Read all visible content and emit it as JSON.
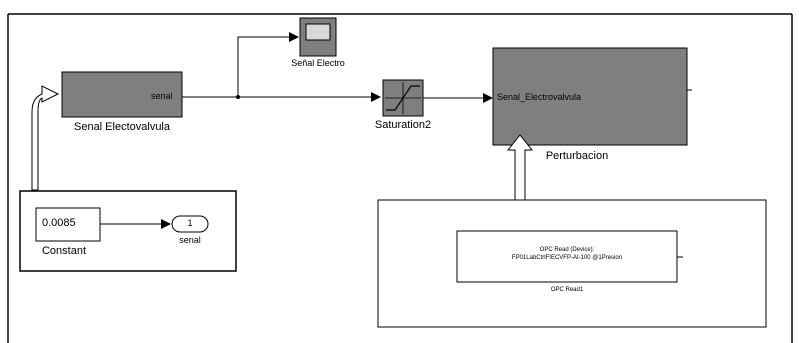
{
  "colors": {
    "block_fill": "#7f7f7f",
    "line": "#000000",
    "background": "#ffffff"
  },
  "blocks": {
    "senal_subsystem": {
      "port_label": "senal",
      "name": "Senal Electovalvula"
    },
    "scope": {
      "name": "Señal Electro",
      "icon": "scope-icon"
    },
    "saturation": {
      "name": "Saturation2",
      "icon": "saturation-icon"
    },
    "perturbacion": {
      "port_label": "Senal_Electrovalvula",
      "name": "Perturbacion"
    },
    "constant": {
      "value": "0.0085",
      "name": "Constant"
    },
    "outport": {
      "number": "1",
      "name": "senal"
    },
    "opc_read": {
      "line1": "OPC Read (Device):",
      "line2": "FP01LabCtrlFIECVFP-AI-100 @1Presion",
      "name": "OPC Read1"
    }
  }
}
